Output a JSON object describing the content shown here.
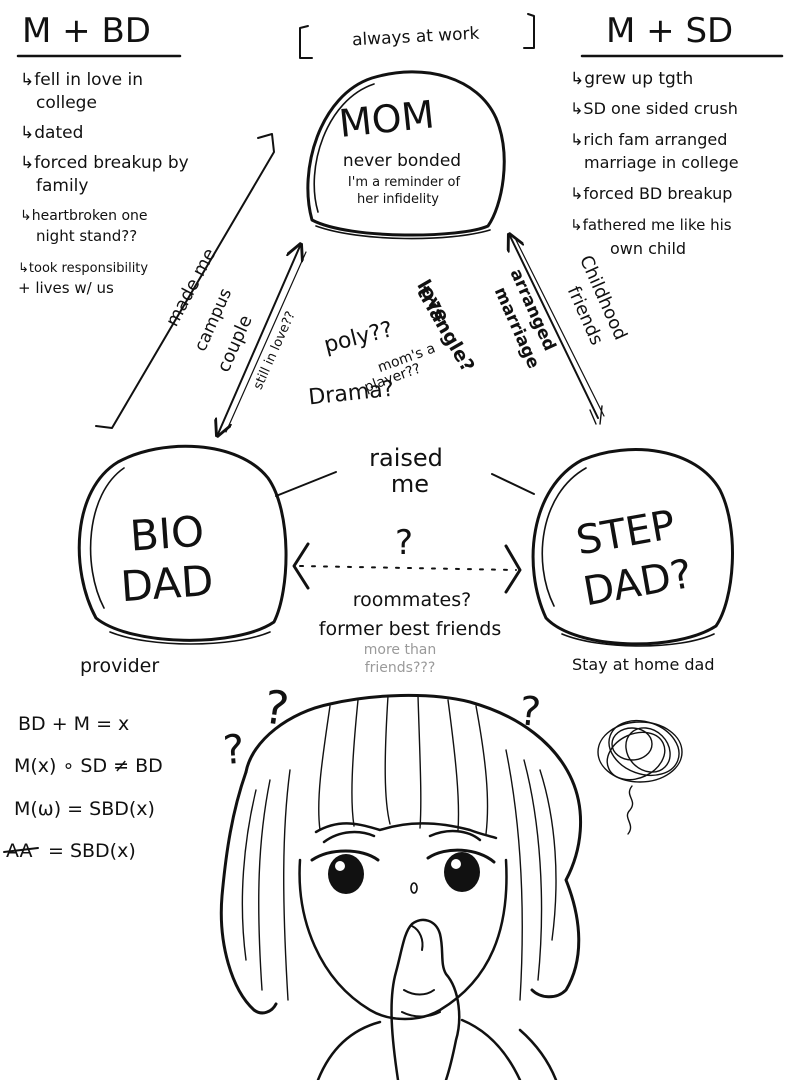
{
  "left_panel": {
    "title": "M + BD",
    "items": [
      "↳fell in love in",
      "college",
      "↳dated",
      "↳forced breakup by",
      "family",
      "↳heartbroken one",
      "night stand??",
      "↳took responsibility",
      "+ lives w/ us"
    ]
  },
  "right_panel": {
    "title": "M + SD",
    "items": [
      "↳grew up tgth",
      "↳SD one sided crush",
      "↳rich fam arranged",
      "marriage in college",
      "↳forced BD breakup",
      "↳fathered me like his",
      "own child"
    ]
  },
  "mom": {
    "banner": "always at work",
    "name": "MOM",
    "note_1": "never bonded",
    "note_2": "I'm a reminder of",
    "note_3": "her infidelity"
  },
  "bio_dad": {
    "line_1": "BIO",
    "line_2": "DAD",
    "caption": "provider"
  },
  "step_dad": {
    "line_1": "STEP",
    "line_2": "DAD?",
    "caption": "Stay at home dad"
  },
  "edges": {
    "made_me": "made me",
    "campus_1": "campus",
    "campus_2": "couple",
    "still_in_love": "still in love??",
    "childhood_1": "Childhood",
    "childhood_2": "friends",
    "arranged_1": "arranged",
    "arranged_2": "marriage",
    "raised_1": "raised",
    "raised_2": "me",
    "question": "?",
    "roommates": "roommates?",
    "best_friends": "former best friends",
    "more_than_1": "more than",
    "more_than_2": "friends???"
  },
  "center": {
    "poly": "poly??",
    "love_1": "love",
    "love_2": "triangle?",
    "player_1": "mom's a",
    "player_2": "player??",
    "drama": "Drama?"
  },
  "equations": [
    "BD + M = x",
    "M(x) ∘ SD ≠ BD",
    "M(ω) = SBD(x)",
    "= SBD(x)"
  ],
  "equation_crossed": "AA",
  "thought_marks": [
    "?",
    "?",
    "?"
  ]
}
